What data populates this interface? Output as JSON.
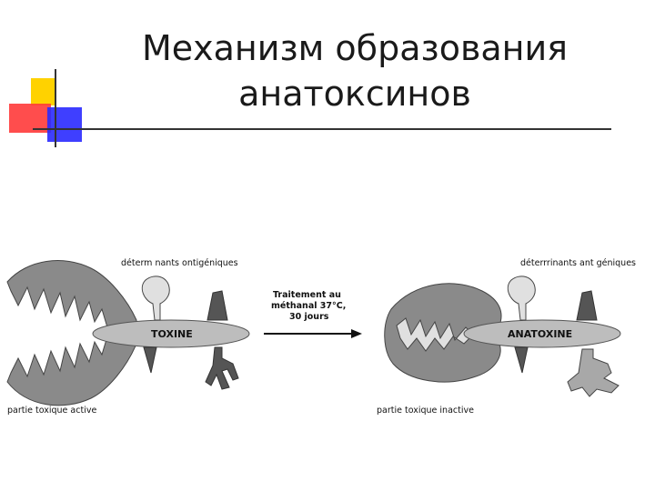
{
  "slide": {
    "title_line1": "Механизм образования",
    "title_line2": "анатоксинов"
  },
  "diagram": {
    "determinants_left": "déterm nants  ontigéniques",
    "determinants_right": "déterrrinants  ant géniques",
    "toxine_label": "TOXINE",
    "anatoxine_label": "ANATOXINE",
    "treatment_line1": "Traitement au",
    "treatment_line2": "méthanal 37°C,",
    "treatment_line3": "30 jours",
    "toxic_active": "partie  toxique  active",
    "toxic_inactive": "partie  toxique  inactive"
  },
  "colors": {
    "toxic_part": "#8a8a8a",
    "oval": "#bdbdbd",
    "determinant_light": "#e0e0e0",
    "determinant_dark": "#555555",
    "accent_red": "#ff3a3a",
    "accent_yellow": "#ffd200",
    "accent_blue": "#2a2aff"
  }
}
